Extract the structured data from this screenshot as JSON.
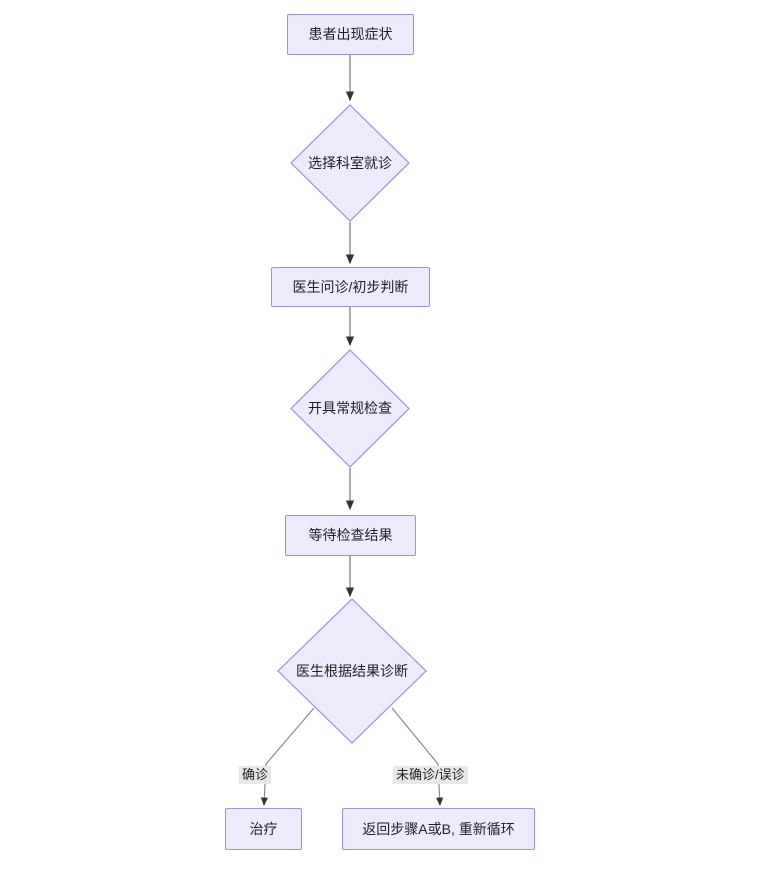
{
  "diagram": {
    "type": "flowchart",
    "direction": "top-to-bottom",
    "theme": {
      "node_fill": "#ECEAFB",
      "node_stroke": "#9E8FE0",
      "edge_stroke": "#8A8A8A",
      "arrow_fill": "#333333",
      "label_background": "#E8E8E8",
      "text_color": "#1f1f24",
      "canvas_background": "#ffffff"
    },
    "nodes": [
      {
        "id": "n1",
        "shape": "rect",
        "label": "患者出现症状"
      },
      {
        "id": "n2",
        "shape": "diamond",
        "label": "选择科室就诊"
      },
      {
        "id": "n3",
        "shape": "rect",
        "label": "医生问诊/初步判断"
      },
      {
        "id": "n4",
        "shape": "diamond",
        "label": "开具常规检查"
      },
      {
        "id": "n5",
        "shape": "rect",
        "label": "等待检查结果"
      },
      {
        "id": "n6",
        "shape": "diamond",
        "label": "医生根据结果诊断"
      },
      {
        "id": "n7",
        "shape": "rect",
        "label": "治疗"
      },
      {
        "id": "n8",
        "shape": "rect",
        "label": "返回步骤A或B, 重新循环"
      }
    ],
    "edges": [
      {
        "from": "n1",
        "to": "n2",
        "label": ""
      },
      {
        "from": "n2",
        "to": "n3",
        "label": ""
      },
      {
        "from": "n3",
        "to": "n4",
        "label": ""
      },
      {
        "from": "n4",
        "to": "n5",
        "label": ""
      },
      {
        "from": "n5",
        "to": "n6",
        "label": ""
      },
      {
        "from": "n6",
        "to": "n7",
        "label": "确诊"
      },
      {
        "from": "n6",
        "to": "n8",
        "label": "未确诊/误诊"
      }
    ],
    "edge_labels": {
      "confirmed": "确诊",
      "unconfirmed": "未确诊/误诊"
    }
  }
}
